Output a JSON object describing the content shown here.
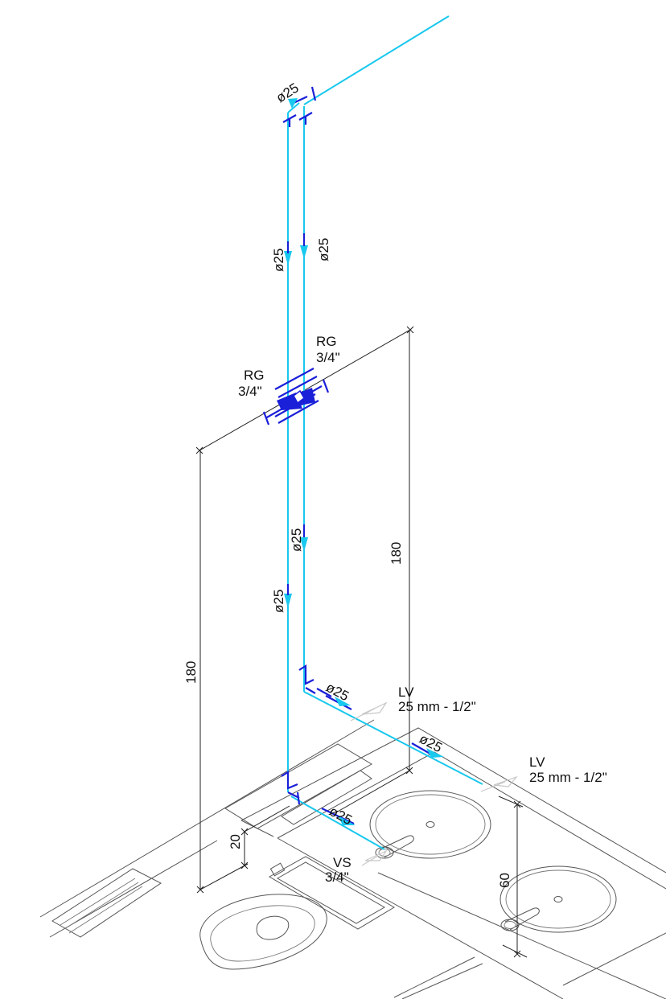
{
  "colors": {
    "pipe": "#19c8ee",
    "fitting": "#1a1fd8",
    "dimension": "#222222",
    "fixture": "#555555"
  },
  "pipe_labels": {
    "top": "ø25",
    "riser_left_upper": "ø25",
    "riser_right_upper": "ø25",
    "riser_right_lower": "ø25",
    "riser_left_lower": "ø25",
    "branch_lv1": "ø25",
    "branch_lv2": "ø25",
    "branch_vs": "ø25"
  },
  "valves": {
    "left": {
      "code": "RG",
      "size": "3/4\""
    },
    "right": {
      "code": "RG",
      "size": "3/4\""
    }
  },
  "outlets": {
    "lv1": {
      "code": "LV",
      "spec": "25 mm - 1/2\""
    },
    "lv2": {
      "code": "LV",
      "spec": "25 mm - 1/2\""
    },
    "vs": {
      "code": "VS",
      "size": "3/4\""
    }
  },
  "dimensions": {
    "left_height": "180",
    "right_height": "180",
    "vs_height": "20",
    "lv_height": "60"
  },
  "icons": [
    "flow-arrow-icon",
    "gate-valve-icon",
    "outlet-arrow-icon",
    "sink-icon",
    "toilet-icon"
  ]
}
